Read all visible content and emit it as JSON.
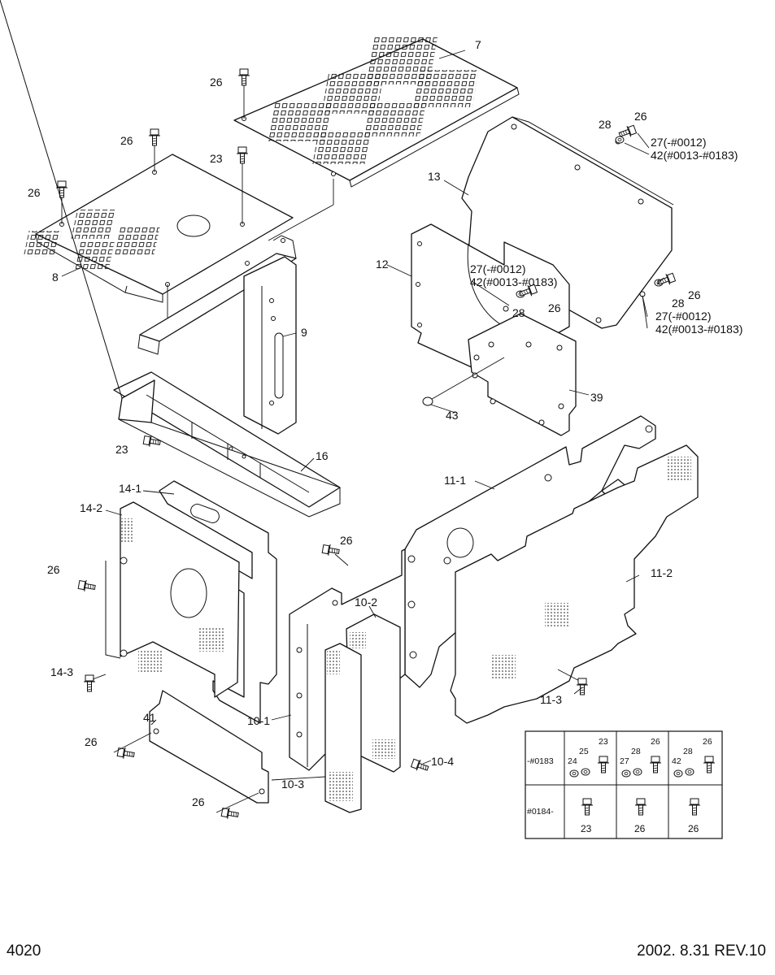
{
  "page_number": "4020",
  "revision": "2002. 8.31 REV.10",
  "parts": {
    "p7": "7",
    "p8": "8",
    "p9": "9",
    "p12": "12",
    "p13": "13",
    "p16": "16",
    "p39": "39",
    "p41": "41",
    "p43": "43",
    "p10_1": "10-1",
    "p10_2": "10-2",
    "p10_3": "10-3",
    "p10_4": "10-4",
    "p11_1": "11-1",
    "p11_2": "11-2",
    "p11_3": "11-3",
    "p14_1": "14-1",
    "p14_2": "14-2",
    "p14_3": "14-3"
  },
  "fasteners": {
    "n23": "23",
    "n26": "26",
    "n28": "28",
    "v27": "27(-#0012)",
    "v42": "42(#0013-#0183)"
  },
  "legend": {
    "row1_serial": "-#0183",
    "row2_serial": "#0184-",
    "cells": {
      "c1_a": "24",
      "c1_b": "25",
      "c1_c": "23",
      "c2_a": "27",
      "c2_b": "28",
      "c2_c": "26",
      "c3_a": "42",
      "c3_b": "28",
      "c3_c": "26",
      "c4": "23",
      "c5": "26",
      "c6": "26"
    }
  }
}
